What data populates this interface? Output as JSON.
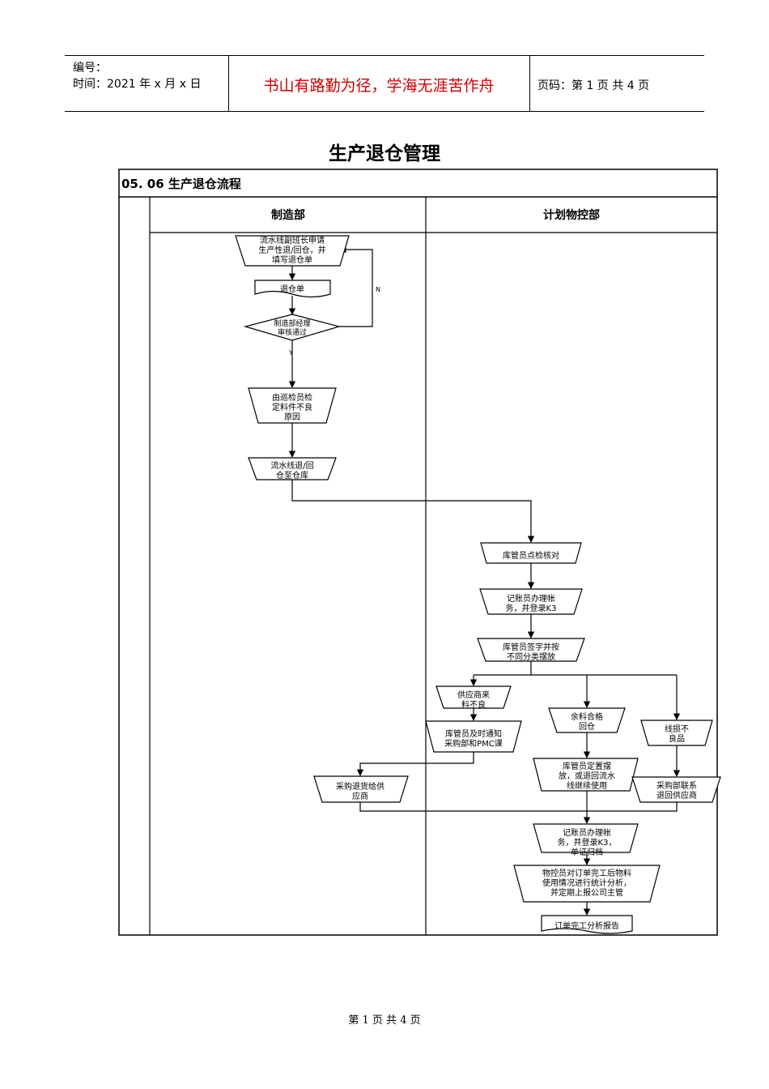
{
  "header": {
    "number_label": "编号：",
    "time_label": "时间：2021 年 x 月 x 日",
    "motto": "书山有路勤为径，学海无涯苦作舟",
    "page_label": "页码：第 1 页  共 4 页"
  },
  "title": "生产退仓管理",
  "flow": {
    "section_title": "05. 06  生产退仓流程",
    "lanes": [
      "制造部",
      "计划物控部"
    ],
    "nodes": {
      "n1": [
        "流水线副班长申请",
        "生产性退/回仓，并",
        "填写退仓单"
      ],
      "n2": [
        "退仓单"
      ],
      "n3": [
        "制造部经理",
        "审核通过"
      ],
      "n4": [
        "由巡检员检",
        "定料件不良",
        "原因"
      ],
      "n5": [
        "流水线退/回",
        "仓至仓库"
      ],
      "n6": [
        "库管员点检核对"
      ],
      "n7": [
        "记账员办理帐",
        "务，并登录K3"
      ],
      "n8": [
        "库管员签字并按",
        "不同分类摆放"
      ],
      "n9": [
        "供应商来",
        "料不良"
      ],
      "n10": [
        "余料合格",
        "回仓"
      ],
      "n11": [
        "线损不",
        "良品"
      ],
      "n12": [
        "库管员及时通知",
        "采购部和PMC课"
      ],
      "n13": [
        "采购退货给供",
        "应商"
      ],
      "n14": [
        "库管员定置摆",
        "放，或退回流水",
        "线继续使用"
      ],
      "n15": [
        "采购部联系",
        "退回供应商"
      ],
      "n16": [
        "记账员办理帐",
        "务，并登录K3，",
        "单证归档"
      ],
      "n17": [
        "物控员对订单完工后物料",
        "使用情况进行统计分析，",
        "并定期上报公司主管"
      ],
      "n18": [
        "订单完工分析报告"
      ]
    },
    "labels": {
      "no": "N",
      "yes": "Y"
    }
  },
  "footer": "第  1  页  共  4  页"
}
